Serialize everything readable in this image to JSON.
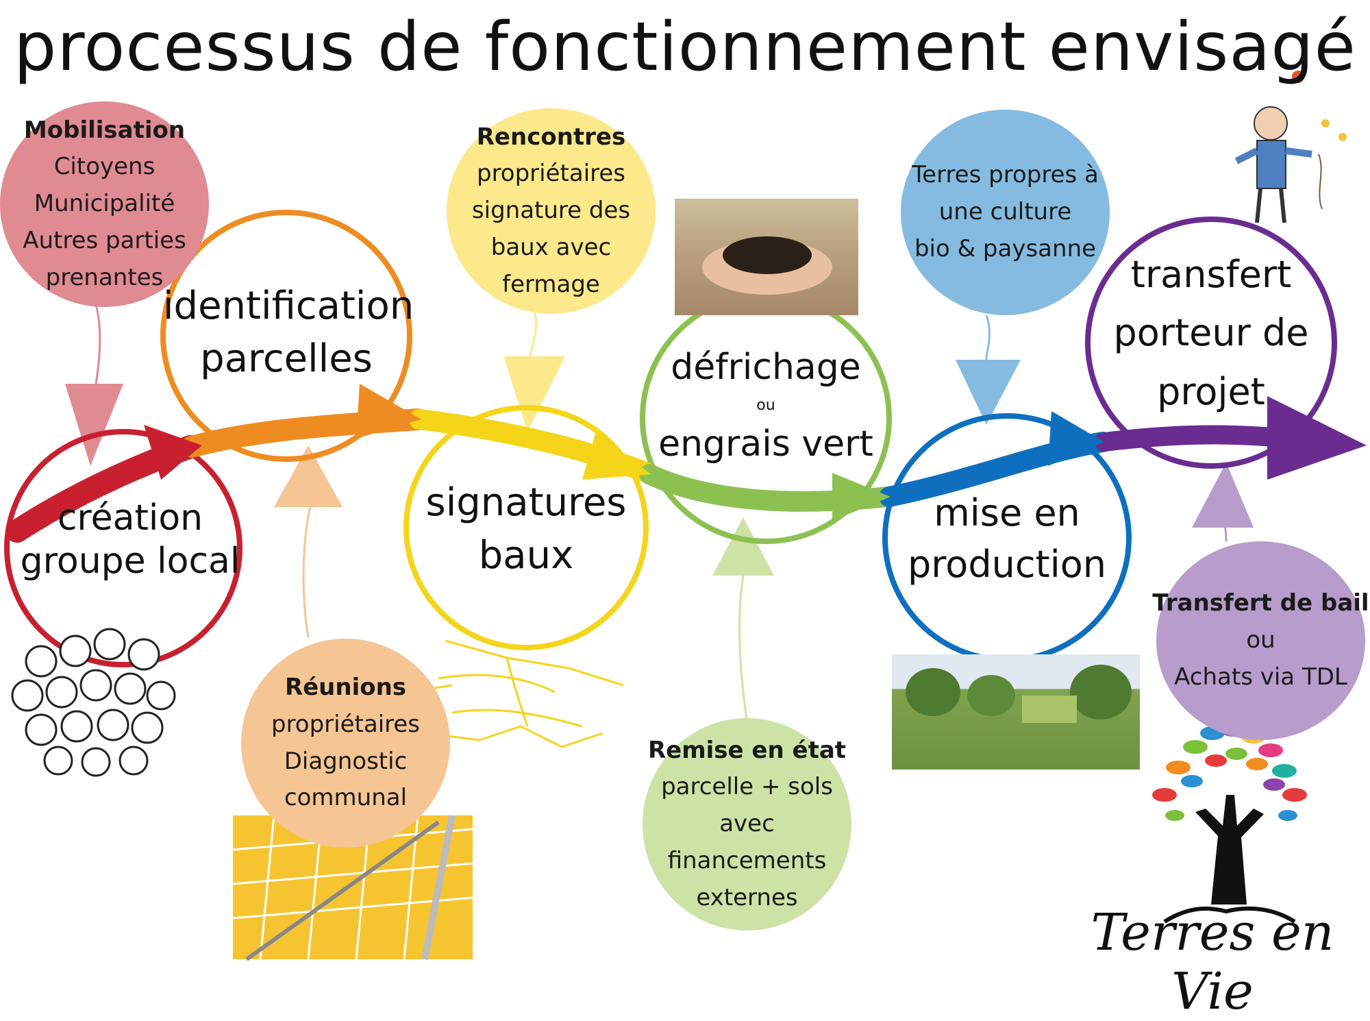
{
  "title": "processus de fonctionnement envisagé",
  "steps": [
    {
      "id": "creation",
      "lines": [
        "création",
        "groupe local"
      ],
      "color": "#c8202f"
    },
    {
      "id": "identification",
      "lines": [
        "identification",
        "parcelles"
      ],
      "color": "#ee8c22"
    },
    {
      "id": "signatures",
      "lines": [
        "signatures",
        "baux"
      ],
      "color": "#f5d51a"
    },
    {
      "id": "defrichage",
      "lines": [
        "défrichage",
        "ou",
        "engrais vert"
      ],
      "color": "#8cc152"
    },
    {
      "id": "production",
      "lines": [
        "mise en",
        "production"
      ],
      "color": "#0f6fbf"
    },
    {
      "id": "transfert",
      "lines": [
        "transfert",
        "porteur de",
        "projet"
      ],
      "color": "#6a2c91"
    }
  ],
  "bubbles": {
    "mobilisation": {
      "heading": "Mobilisation",
      "lines": [
        "Citoyens",
        "Municipalité",
        "Autres parties",
        "prenantes"
      ],
      "color": "#e08a92"
    },
    "reunions": {
      "heading": "Réunions",
      "lines": [
        "propriétaires",
        "Diagnostic",
        "communal"
      ],
      "color": "#f6c594"
    },
    "rencontres": {
      "heading": "Rencontres",
      "lines": [
        "propriétaires",
        "signature des",
        "baux avec",
        "fermage"
      ],
      "color": "#fbe98c"
    },
    "remise": {
      "heading": "Remise en état",
      "lines": [
        "parcelle + sols",
        "avec",
        "financements",
        "externes"
      ],
      "color": "#cde3a6"
    },
    "terres": {
      "heading": "",
      "lines": [
        "Terres propres à",
        "une culture",
        "bio & paysanne"
      ],
      "color": "#85bbe0"
    },
    "bail": {
      "heading": "Transfert de bail",
      "lines": [
        "ou",
        "Achats via TDL"
      ],
      "color": "#b79ccc"
    }
  },
  "brand": "Terres en Vie",
  "colors": {
    "red": "#c8202f",
    "orange": "#ee8c22",
    "yellow": "#f5d51a",
    "green": "#8cc152",
    "blue": "#0f6fbf",
    "purple": "#6a2c91"
  }
}
